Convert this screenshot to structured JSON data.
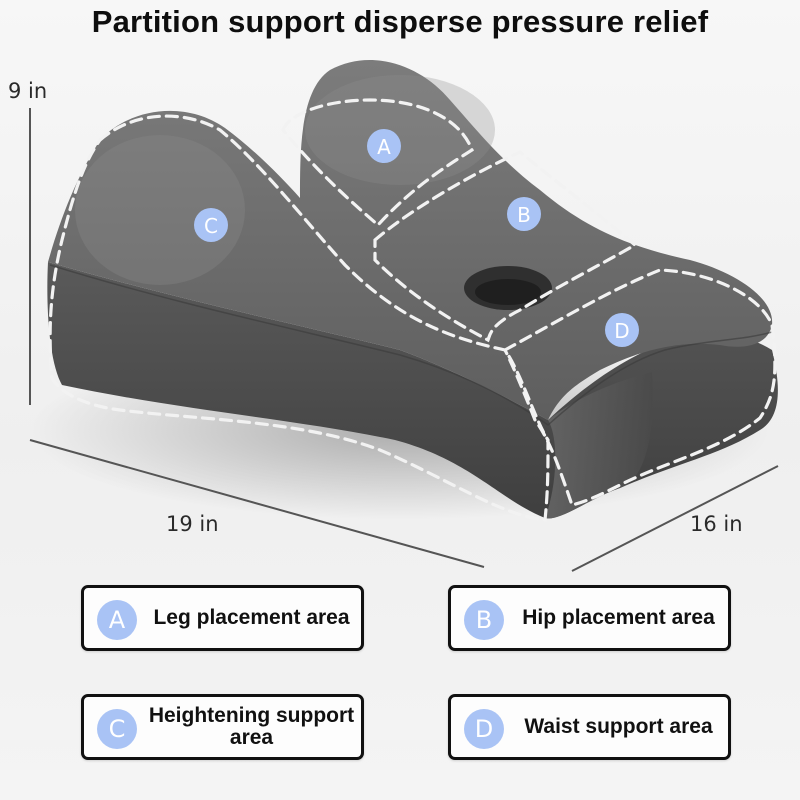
{
  "title": "Partition support disperse pressure relief",
  "dimensions": {
    "height": "9 in",
    "length": "19 in",
    "depth": "16 in"
  },
  "zone_badges": {
    "a": "A",
    "b": "B",
    "c": "C",
    "d": "D"
  },
  "legend": [
    {
      "letter": "A",
      "label": "Leg placement area"
    },
    {
      "letter": "B",
      "label": "Hip placement area"
    },
    {
      "letter": "C",
      "label": "Heightening support area"
    },
    {
      "letter": "D",
      "label": "Waist support area"
    }
  ],
  "colors": {
    "badge": "#a9c3f5",
    "cushion": "#5d5d5d",
    "dashed_outline": "#f2f2f2",
    "legend_border": "#111111"
  }
}
